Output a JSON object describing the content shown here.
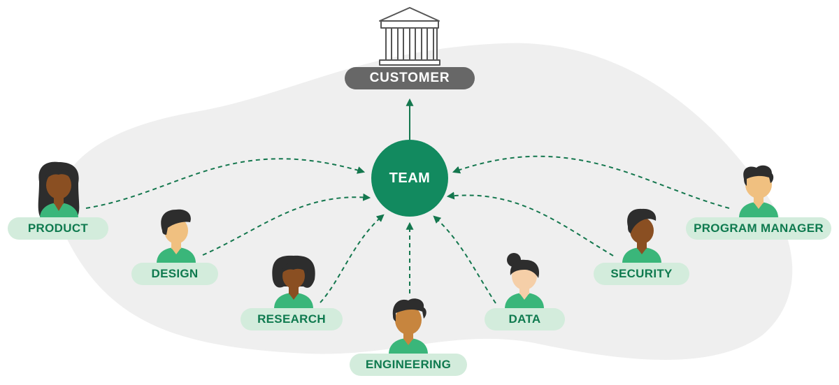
{
  "colors": {
    "team": "#128a5f",
    "connector": "#14774e",
    "pill_bg": "#d3ecdc",
    "pill_text": "#0f7a4f",
    "customer_bg": "#676767",
    "backdrop": "#efefef",
    "shirt": "#3ab67a",
    "hair": "#2d2d2d"
  },
  "customer": {
    "label": "CUSTOMER",
    "icon": "bank-building-icon"
  },
  "team": {
    "label": "TEAM"
  },
  "roles": [
    {
      "key": "product",
      "label": "PRODUCT",
      "icon": "person-long-hair-icon"
    },
    {
      "key": "design",
      "label": "DESIGN",
      "icon": "person-short-hair-icon"
    },
    {
      "key": "research",
      "label": "RESEARCH",
      "icon": "person-bob-hair-icon"
    },
    {
      "key": "engineering",
      "label": "ENGINEERING",
      "icon": "person-spiky-hair-icon"
    },
    {
      "key": "data",
      "label": "DATA",
      "icon": "person-bun-hair-icon"
    },
    {
      "key": "security",
      "label": "SECURITY",
      "icon": "person-curly-hair-icon"
    },
    {
      "key": "program_manager",
      "label": "PROGRAM MANAGER",
      "icon": "person-short-hair-icon"
    }
  ]
}
